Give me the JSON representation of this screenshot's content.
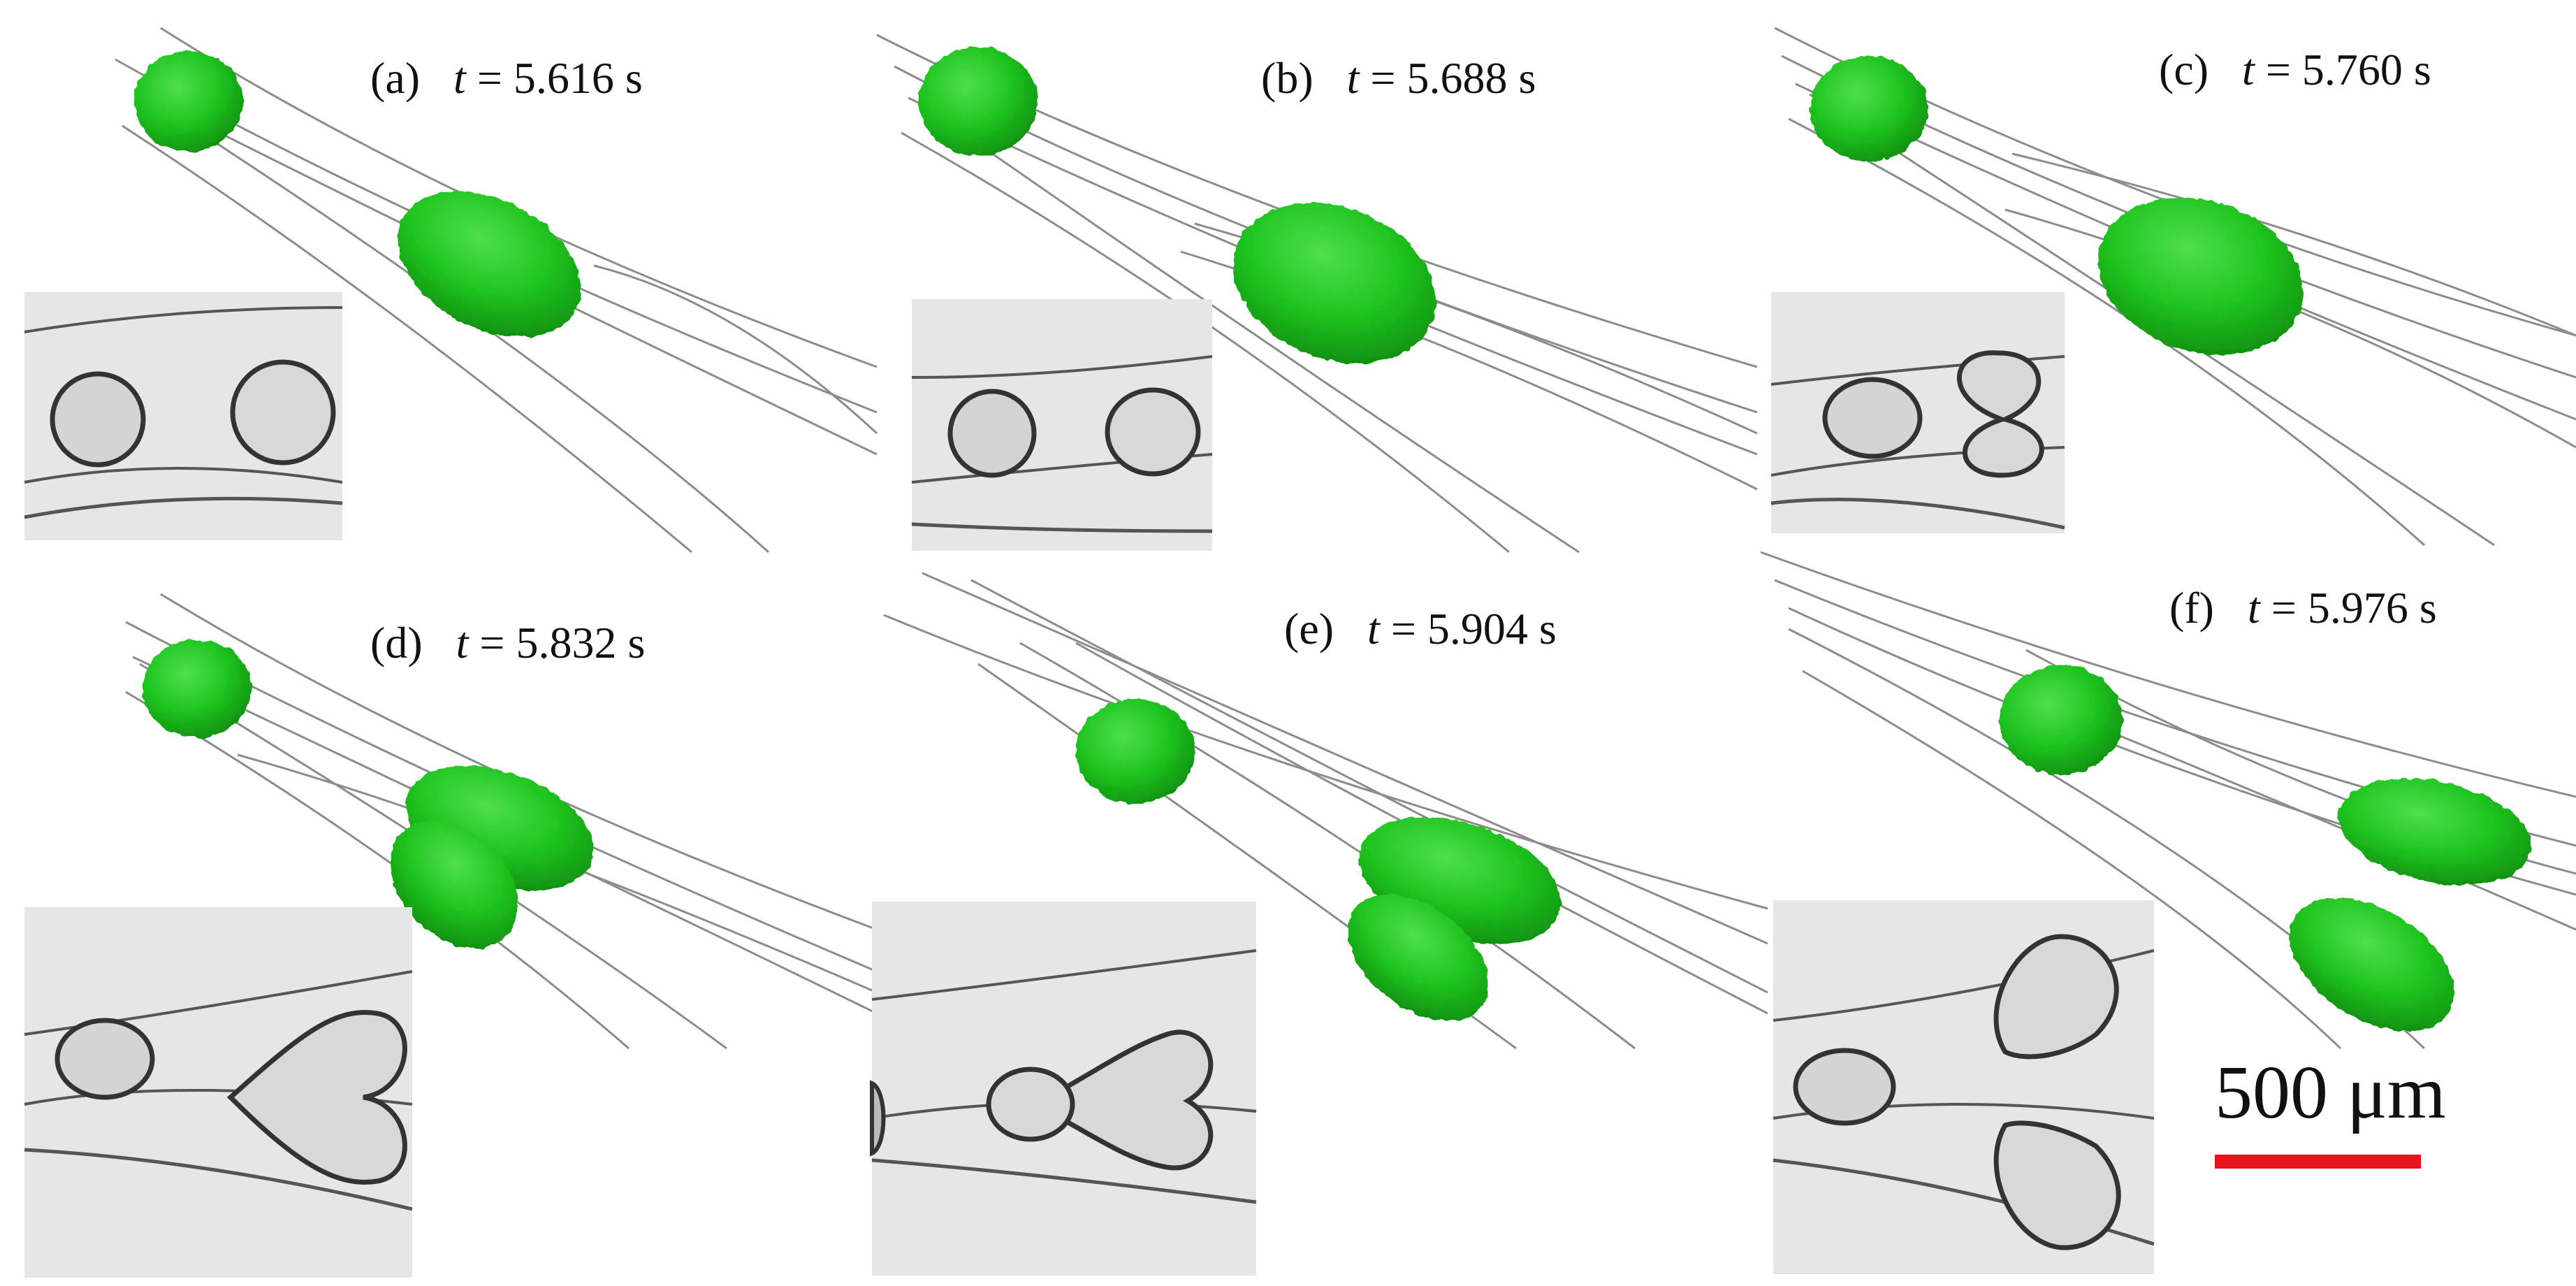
{
  "panels": [
    {
      "letter": "(a)",
      "t": "t",
      "value": "= 5.616 s"
    },
    {
      "letter": "(b)",
      "t": "t",
      "value": "= 5.688 s"
    },
    {
      "letter": "(c)",
      "t": "t",
      "value": "= 5.760 s"
    },
    {
      "letter": "(d)",
      "t": "t",
      "value": "= 5.832 s"
    },
    {
      "letter": "(e)",
      "t": "t",
      "value": "= 5.904 s"
    },
    {
      "letter": "(f)",
      "t": "t",
      "value": "= 5.976 s"
    }
  ],
  "scale_bar": {
    "label": "500 μm",
    "color": "#e8141b"
  },
  "colors": {
    "droplet": "#1fc41f",
    "droplet_dark": "#128a12",
    "channel_line": "#8c8c8c",
    "inset_bg": "#e6e6e6"
  }
}
